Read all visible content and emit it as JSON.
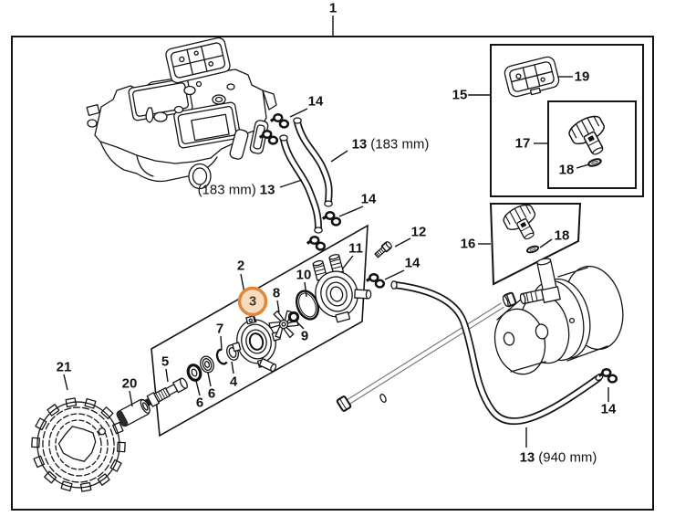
{
  "diagram": {
    "type": "exploded-parts-diagram",
    "assembly": "water pump / hose attachment assembly"
  },
  "callouts": {
    "c1": "1",
    "c2": "2",
    "c3": "3",
    "c4": "4",
    "c5": "5",
    "c6a": "6",
    "c6b": "6",
    "c7": "7",
    "c8": "8",
    "c9": "9",
    "c10": "10",
    "c11": "11",
    "c12": "12",
    "c13_left": {
      "dim": "(183 mm)",
      "num": "13"
    },
    "c13_right": {
      "num": "13",
      "dim": "(183 mm)"
    },
    "c13_bottom": {
      "num": "13",
      "dim": "(940 mm)"
    },
    "c14_top": "14",
    "c14_mid": "14",
    "c14_right": "14",
    "c14_bottom": "14",
    "c15": "15",
    "c16": "16",
    "c17": "17",
    "c18_inner": "18",
    "c18_lower": "18",
    "c19": "19",
    "c20": "20",
    "c21": "21"
  },
  "highlight": {
    "selected_part": "3",
    "ring_color": "#E0873B",
    "fill_color": "#F8DCBE"
  },
  "colors": {
    "line": "#141414",
    "background": "#FFFFFF"
  }
}
